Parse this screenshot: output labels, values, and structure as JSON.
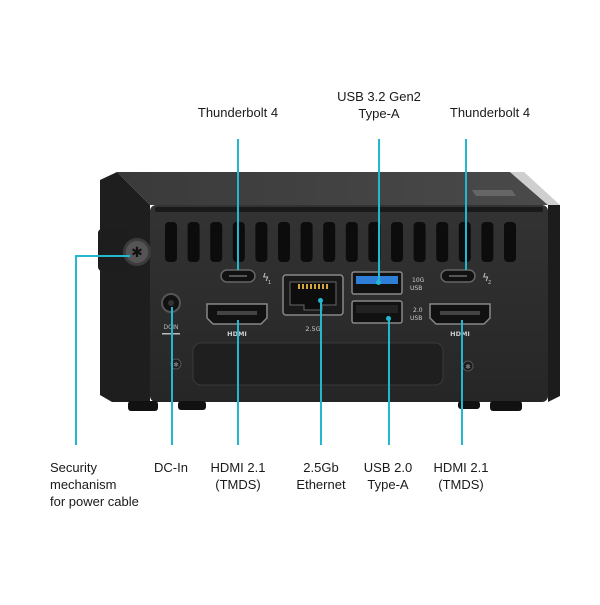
{
  "device": {
    "port_marks": {
      "usb_10g": "10G\nUSB",
      "usb_2": "2.0\nUSB",
      "lan": "2.5G",
      "dcin": "DCIN",
      "hdmi_logo": "HDMI",
      "tb1": "1",
      "tb2": "2"
    }
  },
  "labels": {
    "thunderbolt_left": "Thunderbolt  4",
    "usb32": "USB 3.2 Gen2\nType-A",
    "thunderbolt_right": "Thunderbolt  4",
    "security": "Security\nmechanism\nfor power cable",
    "dcin": "DC-In",
    "hdmi_left": "HDMI 2.1\n(TMDS)",
    "ethernet": "2.5Gb\nEthernet",
    "usb20": "USB 2.0\nType-A",
    "hdmi_right": "HDMI 2.1\n(TMDS)"
  },
  "colors": {
    "callout": "#22b8cf",
    "body": "#2b2b2b",
    "usb3_blue": "#2f7fd8"
  }
}
